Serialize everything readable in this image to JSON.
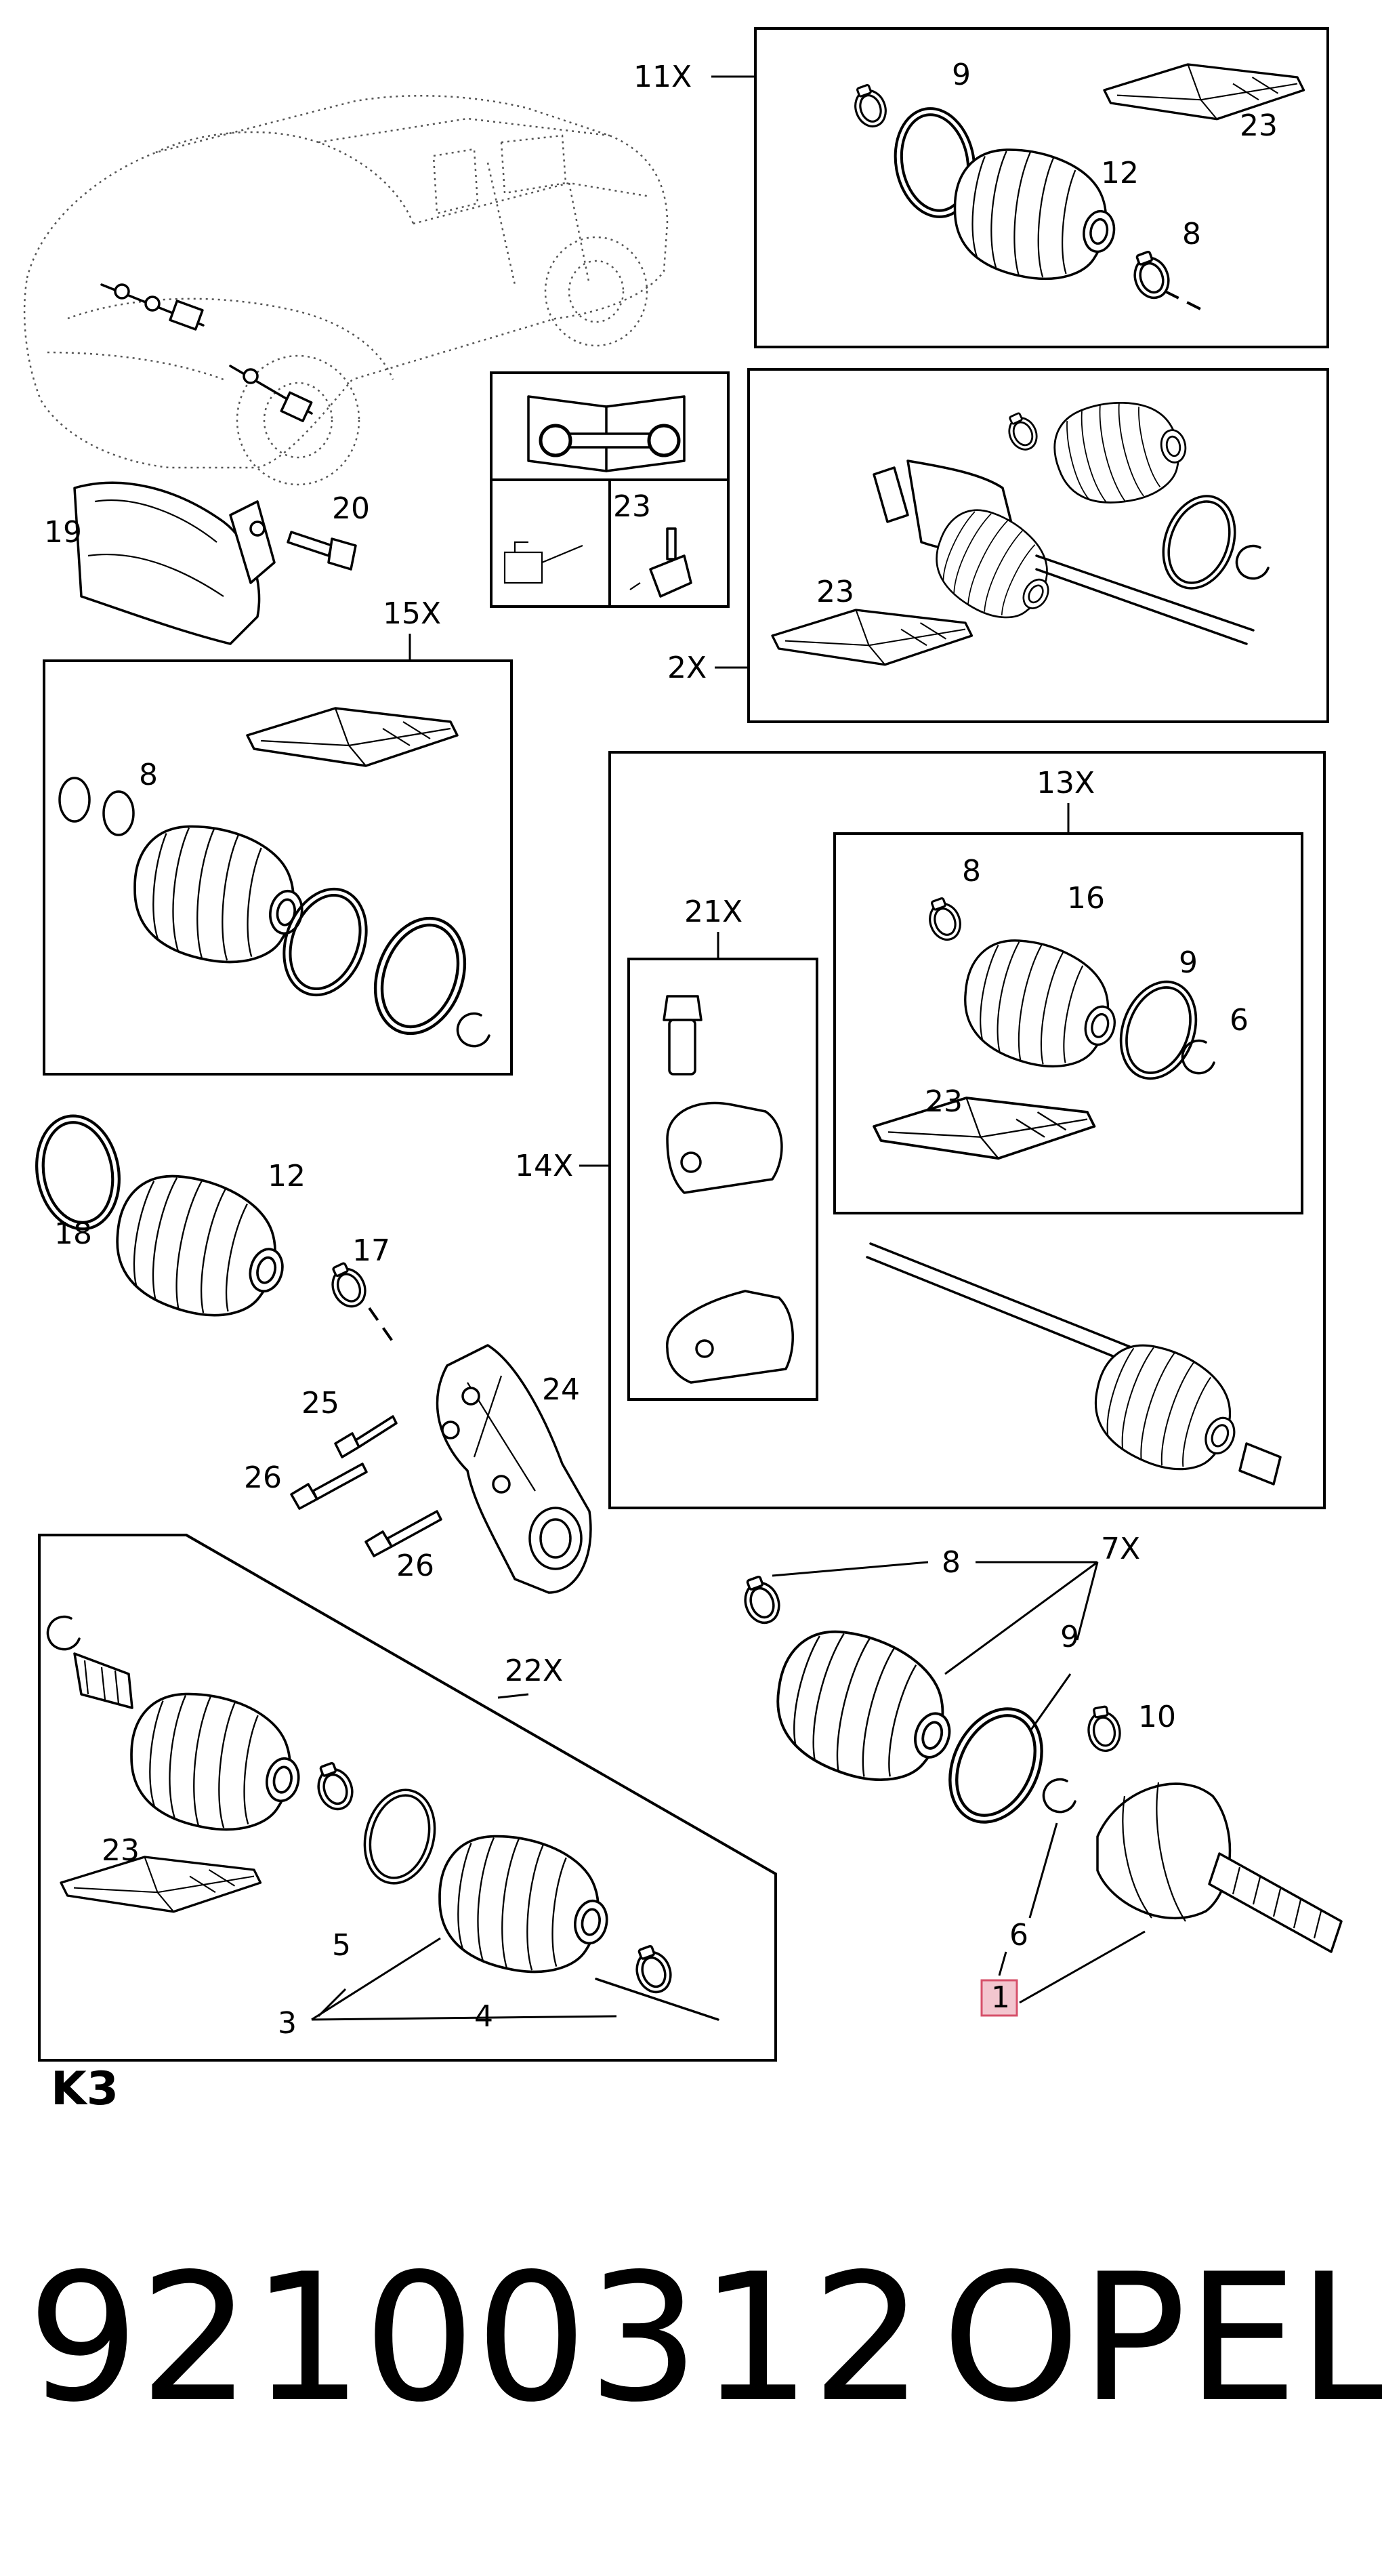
{
  "diagram": {
    "page_code": "K3",
    "part_number": "92100312",
    "brand": "OPEL",
    "highlight_color": "#d6506a"
  },
  "sections": [
    {
      "key": "s11x",
      "label": "11X"
    },
    {
      "key": "s2x",
      "label": "2X"
    },
    {
      "key": "s15x",
      "label": "15X"
    },
    {
      "key": "s14x",
      "label": "14X"
    },
    {
      "key": "s13x",
      "label": "13X"
    },
    {
      "key": "s21x",
      "label": "21X"
    },
    {
      "key": "s22x",
      "label": "22X"
    },
    {
      "key": "s7x",
      "label": "7X"
    }
  ],
  "callouts": [
    {
      "key": "c11_9",
      "label": "9"
    },
    {
      "key": "c11_23",
      "label": "23"
    },
    {
      "key": "c11_12",
      "label": "12"
    },
    {
      "key": "c11_8",
      "label": "8"
    },
    {
      "key": "cinfo_23",
      "label": "23"
    },
    {
      "key": "c2_23",
      "label": "23"
    },
    {
      "key": "c19",
      "label": "19"
    },
    {
      "key": "c20",
      "label": "20"
    },
    {
      "key": "c15_8",
      "label": "8"
    },
    {
      "key": "c13_8",
      "label": "8"
    },
    {
      "key": "c13_16",
      "label": "16"
    },
    {
      "key": "c13_9",
      "label": "9"
    },
    {
      "key": "c13_6",
      "label": "6"
    },
    {
      "key": "c13_23",
      "label": "23"
    },
    {
      "key": "c18",
      "label": "18"
    },
    {
      "key": "c12",
      "label": "12"
    },
    {
      "key": "c17",
      "label": "17"
    },
    {
      "key": "c24",
      "label": "24"
    },
    {
      "key": "c25",
      "label": "25"
    },
    {
      "key": "c26a",
      "label": "26"
    },
    {
      "key": "c26b",
      "label": "26"
    },
    {
      "key": "c7_8",
      "label": "8"
    },
    {
      "key": "c7_9",
      "label": "9"
    },
    {
      "key": "c7_10",
      "label": "10"
    },
    {
      "key": "c7_6",
      "label": "6"
    },
    {
      "key": "c7_1",
      "label": "1"
    },
    {
      "key": "c22_23",
      "label": "23"
    },
    {
      "key": "c22_5",
      "label": "5"
    },
    {
      "key": "c22_3",
      "label": "3"
    },
    {
      "key": "c22_4",
      "label": "4"
    }
  ]
}
